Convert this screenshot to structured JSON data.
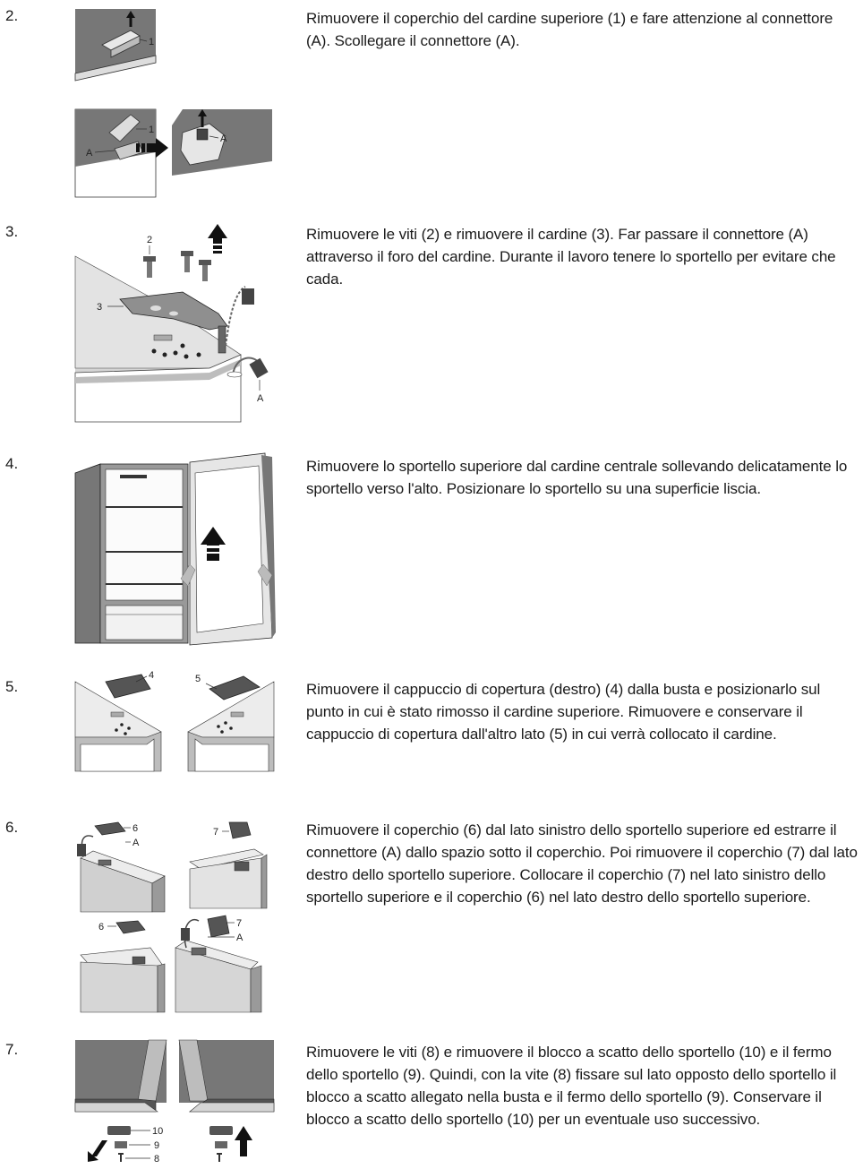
{
  "steps": [
    {
      "number": "2.",
      "text": "Rimuovere il coperchio del cardine superiore (1) e fare attenzione al connettore (A). Scollegare il connettore (A).",
      "labels": {
        "l1": "1",
        "l1b": "1",
        "la": "A",
        "lab": "A"
      }
    },
    {
      "number": "3.",
      "text": "Rimuovere le viti (2) e rimuovere il cardine (3). Far passare il connettore (A) attraverso il foro del cardine. Durante il lavoro tenere lo sportello per evitare che cada.",
      "labels": {
        "l2": "2",
        "l3": "3",
        "la": "A"
      }
    },
    {
      "number": "4.",
      "text": "Rimuovere lo sportello superiore dal cardine centrale sollevando delicatamente lo sportello verso l'alto. Posizionare lo sportello su una superficie liscia.",
      "labels": {}
    },
    {
      "number": "5.",
      "text": "Rimuovere il cappuccio di copertura (destro) (4) dalla busta e posizionarlo sul punto in cui è stato rimosso il cardine superiore. Rimuovere e conservare il cappuccio di copertura dall'altro lato (5) in cui verrà collocato il cardine.",
      "labels": {
        "l4": "4",
        "l5": "5"
      }
    },
    {
      "number": "6.",
      "text": "Rimuovere il coperchio (6) dal lato sinistro dello sportello superiore ed estrarre il connettore (A) dallo spazio sotto il coperchio. Poi rimuovere il coperchio (7) dal lato destro dello sportello superiore. Collocare il coperchio (7) nel lato sinistro dello sportello superiore e il coperchio (6) nel lato destro dello sportello superiore.",
      "labels": {
        "l6": "6",
        "la": "A",
        "l7": "7",
        "l6b": "6",
        "l7b": "7",
        "lab": "A"
      }
    },
    {
      "number": "7.",
      "text": "Rimuovere le viti (8) e rimuovere il blocco a scatto dello sportello (10) e il fermo dello sportello (9). Quindi, con la vite (8) fissare sul lato opposto dello sportello il blocco a scatto allegato nella busta e il fermo dello sportello (9). Conservare il blocco a scatto dello sportello (10) per un eventuale uso successivo.",
      "labels": {
        "l10": "10",
        "l9": "9",
        "l8": "8"
      }
    }
  ]
}
